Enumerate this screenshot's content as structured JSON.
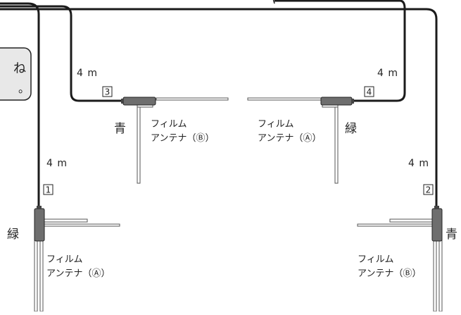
{
  "callout": {
    "text_line1": "ね",
    "text_line2": "。"
  },
  "cable_length_labels": {
    "top_left": "4 m",
    "top_right": "4 m",
    "left": "4 m",
    "right": "4 m"
  },
  "cable_numbers": {
    "left": "1",
    "right": "2",
    "top_left": "3",
    "top_right": "4"
  },
  "color_labels": {
    "left": "緑",
    "top_left": "青",
    "top_right": "緑",
    "right": "青"
  },
  "antenna_labels": {
    "top_left": {
      "line1": "フィルム",
      "line2": "アンテナ（Ⓑ）"
    },
    "top_right": {
      "line1": "フィルム",
      "line2": "アンテナ（Ⓐ）"
    },
    "bottom_left": {
      "line1": "フィルム",
      "line2": "アンテナ（Ⓐ）"
    },
    "bottom_right": {
      "line1": "フィルム",
      "line2": "アンテナ（Ⓑ）"
    }
  }
}
